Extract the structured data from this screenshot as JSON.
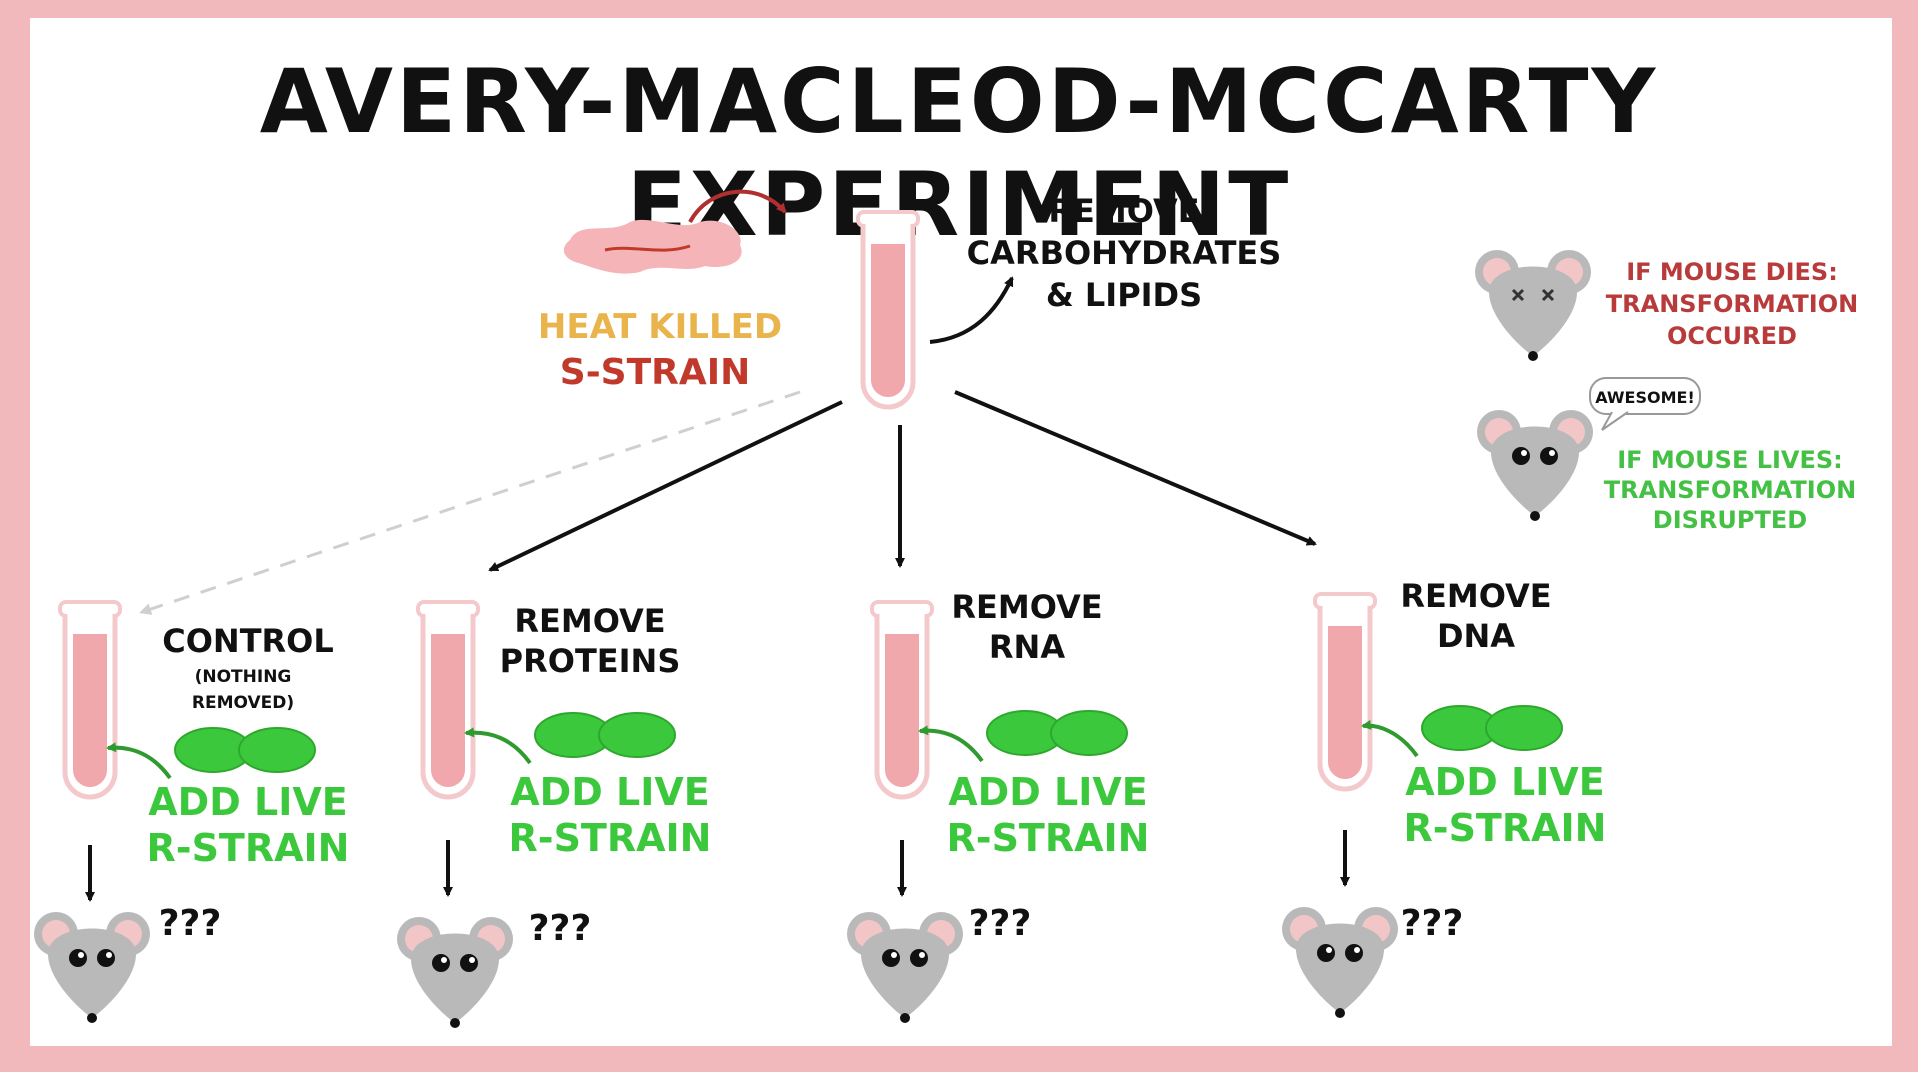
{
  "title": "AVERY-MACLEOD-MCCARTY EXPERIMENT",
  "source": {
    "line1": "HEAT KILLED",
    "line2": "S-STRAIN",
    "removal_line1": "REMOVE",
    "removal_line2": "CARBOHYDRATES",
    "removal_line3": "& LIPIDS"
  },
  "legend": {
    "dies_line1": "IF MOUSE DIES:",
    "dies_line2": "TRANSFORMATION",
    "dies_line3": "OCCURED",
    "speech": "AWESOME!",
    "lives_line1": "IF MOUSE LIVES:",
    "lives_line2": "TRANSFORMATION",
    "lives_line3": "DISRUPTED"
  },
  "branches": [
    {
      "label_line1": "CONTROL",
      "label_line2": "",
      "note_line1": "(NOTHING",
      "note_line2": "REMOVED)",
      "add_line1": "ADD LIVE",
      "add_line2": "R-STRAIN",
      "outcome": "???"
    },
    {
      "label_line1": "REMOVE",
      "label_line2": "PROTEINS",
      "note_line1": "",
      "note_line2": "",
      "add_line1": "ADD LIVE",
      "add_line2": "R-STRAIN",
      "outcome": "???"
    },
    {
      "label_line1": "REMOVE",
      "label_line2": "RNA",
      "note_line1": "",
      "note_line2": "",
      "add_line1": "ADD LIVE",
      "add_line2": "R-STRAIN",
      "outcome": "???"
    },
    {
      "label_line1": "REMOVE",
      "label_line2": "DNA",
      "note_line1": "",
      "note_line2": "",
      "add_line1": "ADD LIVE",
      "add_line2": "R-STRAIN",
      "outcome": "???"
    }
  ],
  "colors": {
    "border": "#f2b9bc",
    "liquid": "#f0a8ac",
    "tube_outline": "#f4c9cb",
    "heat_killed": "#e9b44c",
    "s_strain": "#c0392b",
    "live_green": "#3cc83c",
    "lives_green": "#44c044",
    "dies_red": "#b83a3a",
    "mouse_gray": "#b9b9b9",
    "ear_pink": "#f2c6c6"
  },
  "icons": [
    "test-tube-icon",
    "bacteria-icon",
    "mouse-icon",
    "dead-mouse-icon",
    "curved-arrow-icon",
    "down-arrow-icon",
    "speech-bubble-icon",
    "question-marks-icon"
  ]
}
